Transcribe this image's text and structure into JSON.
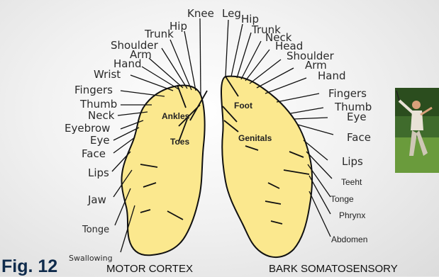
{
  "figure_label": "Fig. 12",
  "motor": {
    "caption": "MOTOR CORTEX",
    "labels": [
      "Knee",
      "Hip",
      "Trunk",
      "Shoulder",
      "Arm",
      "Hand",
      "Wrist",
      "Fingers",
      "Thumb",
      "Neck",
      "Eyebrow",
      "Eye",
      "Face",
      "Lips",
      "Jaw",
      "Tonge",
      "Swallowing"
    ],
    "inner_labels": [
      "Ankles",
      "Toes"
    ]
  },
  "sensory": {
    "caption": "BARK SOMATOSENSORY",
    "labels": [
      "Leg",
      "Hip",
      "Trunk",
      "Neck",
      "Head",
      "Shoulder",
      "Arm",
      "Hand",
      "Fingers",
      "Thumb",
      "Eye",
      "Face",
      "Lips",
      "Teeht",
      "Tonge",
      "Phrynx",
      "Abdomen"
    ],
    "inner_labels": [
      "Foot",
      "Genitals"
    ]
  },
  "colors": {
    "cortex_fill": "#fbe88e",
    "outline": "#111111",
    "figure_label": "#0f2b4c"
  },
  "photo": {
    "icon": "golfer-photo"
  }
}
